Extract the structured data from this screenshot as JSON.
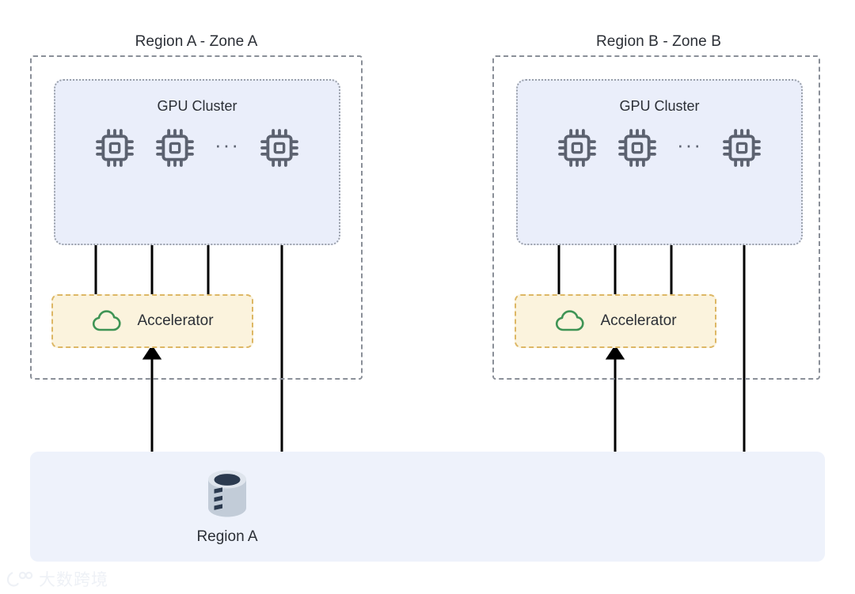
{
  "diagram": {
    "title_hidden": "",
    "regions": [
      {
        "id": "region-a",
        "title": "Region A - Zone A",
        "cluster": {
          "title": "GPU Cluster",
          "chips": [
            "gpu-chip",
            "gpu-chip",
            "gpu-chip"
          ],
          "ellipsis": "···"
        },
        "accelerator": {
          "label": "Accelerator",
          "icon": "cloud-icon"
        }
      },
      {
        "id": "region-b",
        "title": "Region B - Zone B",
        "cluster": {
          "title": "GPU Cluster",
          "chips": [
            "gpu-chip",
            "gpu-chip",
            "gpu-chip"
          ],
          "ellipsis": "···"
        },
        "accelerator": {
          "label": "Accelerator",
          "icon": "cloud-icon"
        }
      }
    ],
    "bottom": {
      "label": "Region A",
      "icon": "database-cylinder-icon"
    }
  },
  "watermark": {
    "text": "大数跨境",
    "mark": "logo-mark"
  },
  "colors": {
    "cluster_fill": "#eaeefa",
    "cluster_border": "#9aa0ab",
    "region_border": "#8a8f98",
    "accel_fill": "#fbf3dd",
    "accel_border": "#ddb765",
    "cloud_green": "#3f9455",
    "chip_gray": "#5c6270",
    "bottom_fill": "#eef2fb",
    "db_body": "#c2ccd8",
    "db_top": "#2b3a4f",
    "arrow_black": "#000000",
    "text": "#2b2f36"
  }
}
